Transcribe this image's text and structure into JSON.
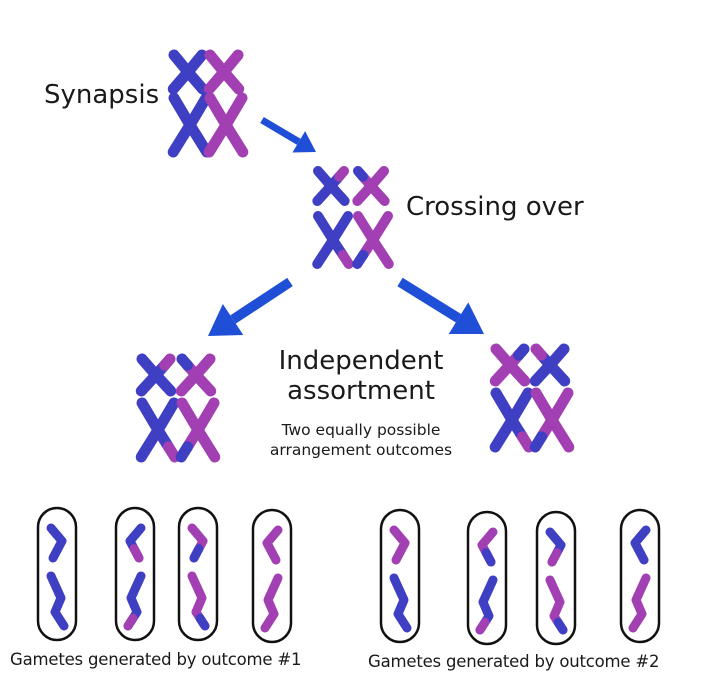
{
  "colors": {
    "maternal": "#3f3fc4",
    "paternal": "#a23fb3",
    "arrow": "#1f4fd6",
    "gamete_outline": "#111111",
    "text": "#1a1a1a"
  },
  "labels": {
    "synapsis": "Synapsis",
    "crossing_over": "Crossing over",
    "independent_line1": "Independent",
    "independent_line2": "assortment",
    "subtitle_line1": "Two equally possible",
    "subtitle_line2": "arrangement outcomes",
    "gametes_outcome_1": "Gametes generated by outcome #1",
    "gametes_outcome_2": "Gametes generated by outcome #2"
  },
  "stages": [
    {
      "name": "synapsis",
      "pairs": [
        {
          "size": "small",
          "left": "maternal",
          "right": "paternal",
          "crossover": false
        },
        {
          "size": "large",
          "left": "maternal",
          "right": "paternal",
          "crossover": false
        }
      ]
    },
    {
      "name": "crossing-over",
      "pairs": [
        {
          "size": "small",
          "left": "maternal",
          "right": "paternal",
          "crossover": true
        },
        {
          "size": "large",
          "left": "maternal",
          "right": "paternal",
          "crossover": true
        }
      ]
    },
    {
      "name": "outcome-1",
      "pairs": [
        {
          "size": "small",
          "left": "maternal",
          "right": "paternal",
          "crossover": true
        },
        {
          "size": "large",
          "left": "maternal",
          "right": "paternal",
          "crossover": true
        }
      ]
    },
    {
      "name": "outcome-2",
      "pairs": [
        {
          "size": "small",
          "left": "paternal",
          "right": "maternal",
          "crossover": true
        },
        {
          "size": "large",
          "left": "maternal",
          "right": "paternal",
          "crossover": true
        }
      ]
    }
  ],
  "gametes": {
    "outcome_1": [
      {
        "small": {
          "base": "maternal",
          "tip": null
        },
        "large": {
          "base": "maternal",
          "tip": null
        }
      },
      {
        "small": {
          "base": "maternal",
          "tip": "paternal"
        },
        "large": {
          "base": "maternal",
          "tip": "paternal"
        }
      },
      {
        "small": {
          "base": "paternal",
          "tip": "maternal"
        },
        "large": {
          "base": "paternal",
          "tip": "maternal"
        }
      },
      {
        "small": {
          "base": "paternal",
          "tip": null
        },
        "large": {
          "base": "paternal",
          "tip": null
        }
      }
    ],
    "outcome_2": [
      {
        "small": {
          "base": "paternal",
          "tip": null
        },
        "large": {
          "base": "maternal",
          "tip": null
        }
      },
      {
        "small": {
          "base": "paternal",
          "tip": "maternal"
        },
        "large": {
          "base": "maternal",
          "tip": "paternal"
        }
      },
      {
        "small": {
          "base": "maternal",
          "tip": "paternal"
        },
        "large": {
          "base": "paternal",
          "tip": "maternal"
        }
      },
      {
        "small": {
          "base": "maternal",
          "tip": null
        },
        "large": {
          "base": "paternal",
          "tip": null
        }
      }
    ]
  }
}
